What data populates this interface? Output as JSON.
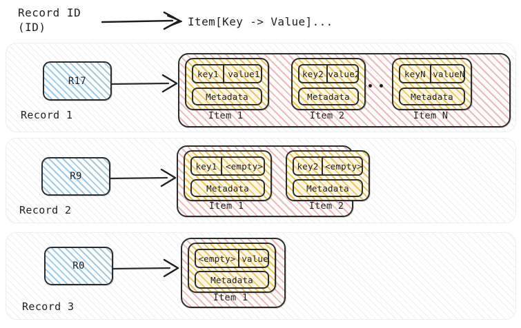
{
  "header": {
    "source_label": "Record ID\n(ID)",
    "arrow_icon": "long-right-arrow-icon",
    "target_label": "Item[Key -> Value]..."
  },
  "colors": {
    "record_id_fill": "#9ec9e8",
    "items_container_fill": "#f0b8b8",
    "item_fill": "#ecc25a",
    "stroke": "#2b2b2b",
    "row_border": "#eceef0",
    "page_background": "#ffffff"
  },
  "labels": {
    "metadata": "Metadata",
    "empty": "<empty>"
  },
  "records": [
    {
      "row_label": "Record 1",
      "record_id": "R17",
      "connector_icon": "arrow-right-icon",
      "has_ellipsis": true,
      "items": [
        {
          "label": "Item 1",
          "key": "key1",
          "value": "value1",
          "metadata": "Metadata"
        },
        {
          "label": "Item 2",
          "key": "key2",
          "value": "value2",
          "metadata": "Metadata"
        },
        {
          "label": "Item N",
          "key": "keyN",
          "value": "valueN",
          "metadata": "Metadata"
        }
      ]
    },
    {
      "row_label": "Record 2",
      "record_id": "R9",
      "connector_icon": "arrow-right-icon",
      "has_ellipsis": false,
      "items": [
        {
          "label": "Item 1",
          "key": "key1",
          "value": "<empty>",
          "metadata": "Metadata"
        },
        {
          "label": "Item 2",
          "key": "key2",
          "value": "<empty>",
          "metadata": "Metadata"
        }
      ]
    },
    {
      "row_label": "Record 3",
      "record_id": "R0",
      "connector_icon": "arrow-right-icon",
      "has_ellipsis": false,
      "items": [
        {
          "label": "Item 1",
          "key": "<empty>",
          "value": "value",
          "metadata": "Metadata"
        }
      ]
    }
  ]
}
